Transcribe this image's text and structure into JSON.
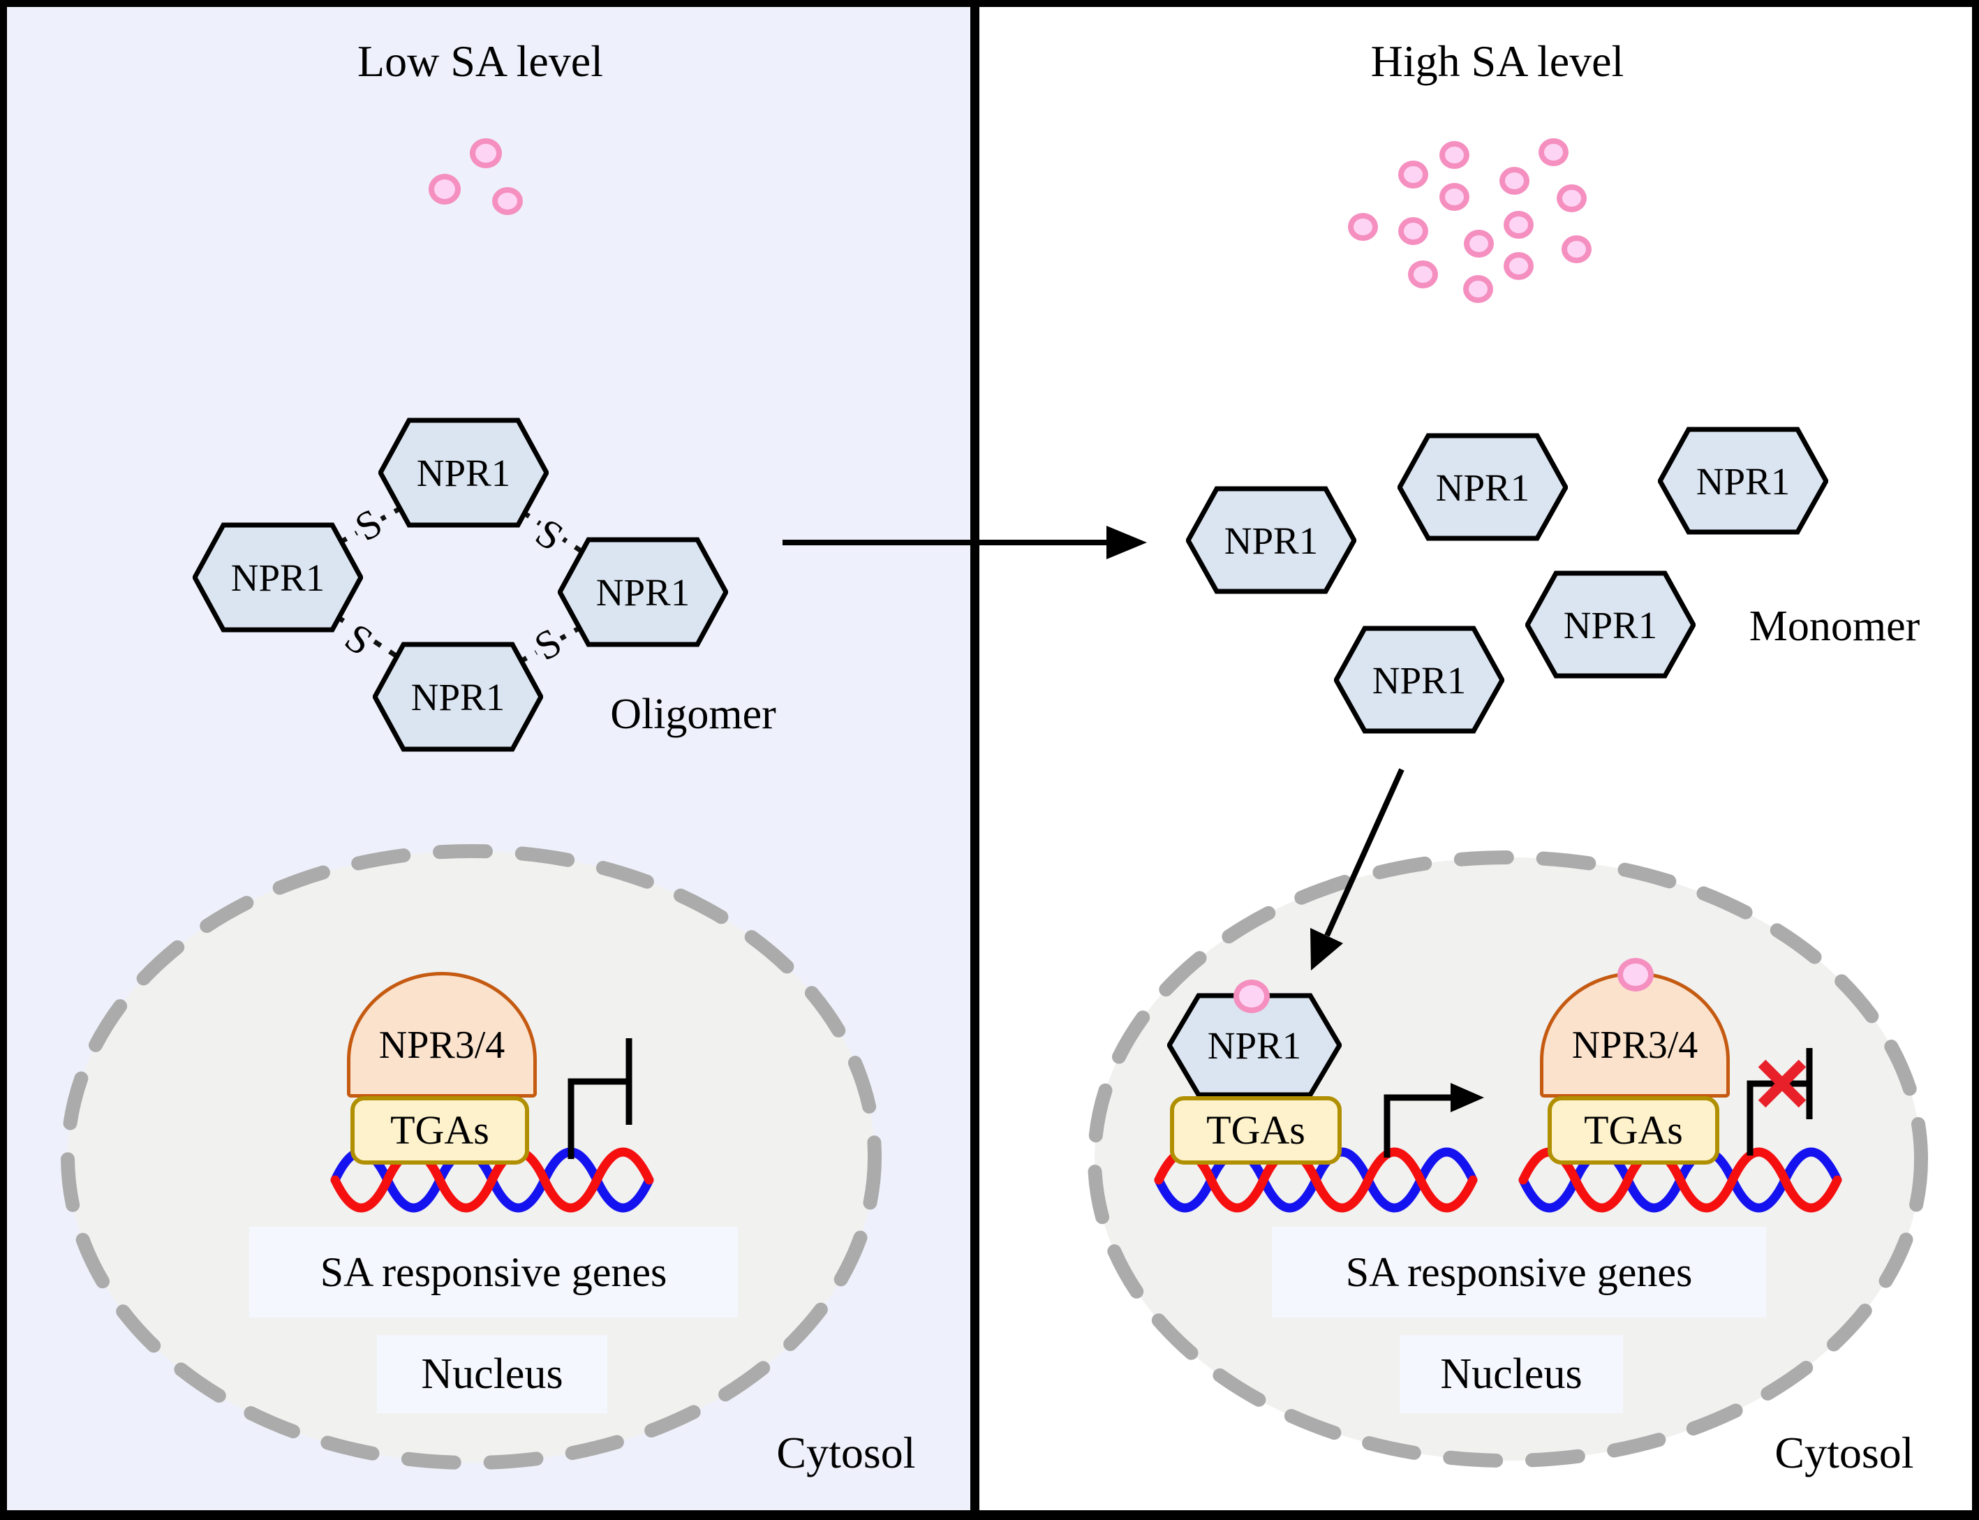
{
  "figure": {
    "left_panel": {
      "title": "Low SA level",
      "sa_molecule_count": 3,
      "protein_npr1": "NPR1",
      "disulfide_bond": "S",
      "state_label": "Oligomer",
      "nucleus": {
        "npr34": "NPR3/4",
        "tgas": "TGAs",
        "genes_label": "SA responsive genes",
        "name_label": "Nucleus"
      },
      "cytosol_label": "Cytosol"
    },
    "right_panel": {
      "title": "High SA level",
      "sa_molecule_count": 14,
      "protein_npr1": "NPR1",
      "state_label": "Monomer",
      "nucleus": {
        "npr1": "NPR1",
        "npr34": "NPR3/4",
        "tgas_left": "TGAs",
        "tgas_right": "TGAs",
        "genes_label": "SA responsive genes",
        "name_label": "Nucleus"
      },
      "cytosol_label": "Cytosol"
    },
    "colors": {
      "left_panel_bg": "#EEF1FB",
      "right_panel_bg": "#FFFFFF",
      "npr1_fill": "#DBE5F1",
      "npr34_fill": "#FBE2CD",
      "npr34_border": "#C55A11",
      "tgas_fill": "#FEF2CC",
      "tgas_border": "#B08F00",
      "sa_dot_fill": "#FDD4F4",
      "sa_dot_border": "#F48FC0",
      "nucleus_fill": "#F1F1F0",
      "nucleus_border": "#ABABAB",
      "dna_strand_red": "#F50F0F",
      "dna_strand_blue": "#1512F0",
      "inhibition_x": "#E8202A"
    }
  }
}
